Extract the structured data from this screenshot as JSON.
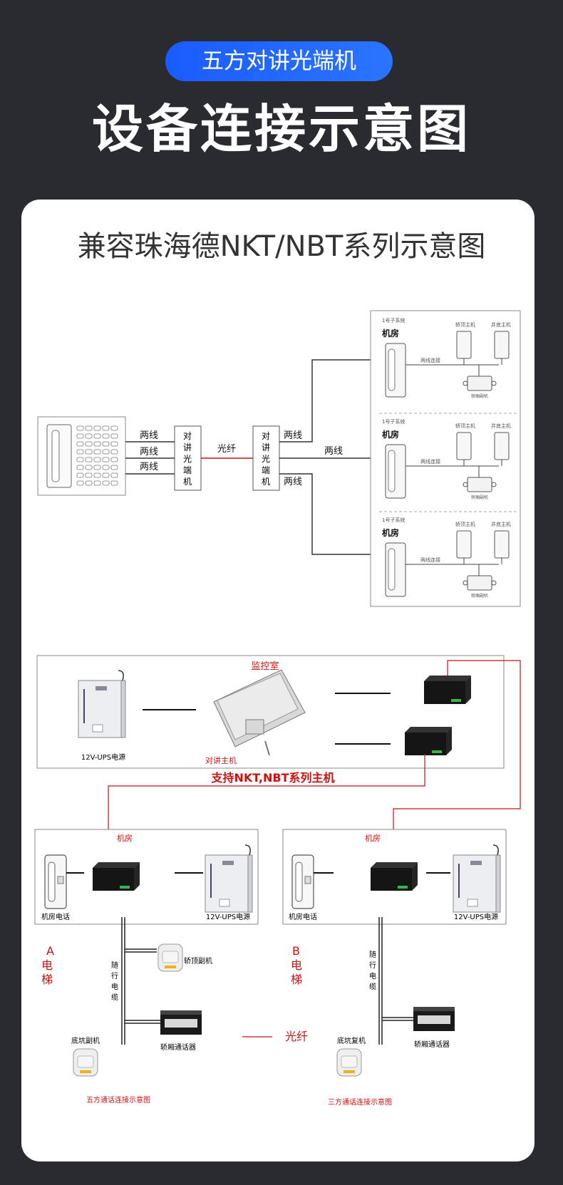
{
  "header": {
    "pill_label": "五方对讲光端机",
    "title": "设备连接示意图"
  },
  "card": {
    "title": "兼容珠海德NKT/NBT系列示意图"
  },
  "d1": {
    "two_wire": "两线",
    "fiber": "光纤",
    "converter": [
      "对",
      "讲",
      "光",
      "端",
      "机"
    ],
    "subsystem": "1号子系统",
    "machine_room": "机房",
    "car_top": "轿顶主机",
    "pit": "井底主机",
    "two_wire_conn": "两线连接",
    "car_unit": "轿厢副机"
  },
  "d2": {
    "monitor_room": "监控室",
    "ups": "12V-UPS电源",
    "host": "对讲主机",
    "support": "支持NKT,NBT系列主机",
    "machine_room": "机房",
    "room_phone": "机房电话",
    "elev_a": [
      "A",
      "电",
      "梯"
    ],
    "elev_b": [
      "B",
      "电",
      "梯"
    ],
    "cable": [
      "随",
      "行",
      "电",
      "缆"
    ],
    "car_top_sub": "轿顶副机",
    "car_intercom": "轿厢通话器",
    "pit_sub": "底坑副机",
    "pit_sub_b": "底坑复机",
    "fiber": "光纤",
    "five_way": "五方通话连接示意图",
    "three_way": "三方通话连接示意图"
  },
  "colors": {
    "accent": "#1a5cff",
    "red": "#cc1111",
    "line": "#333333"
  }
}
